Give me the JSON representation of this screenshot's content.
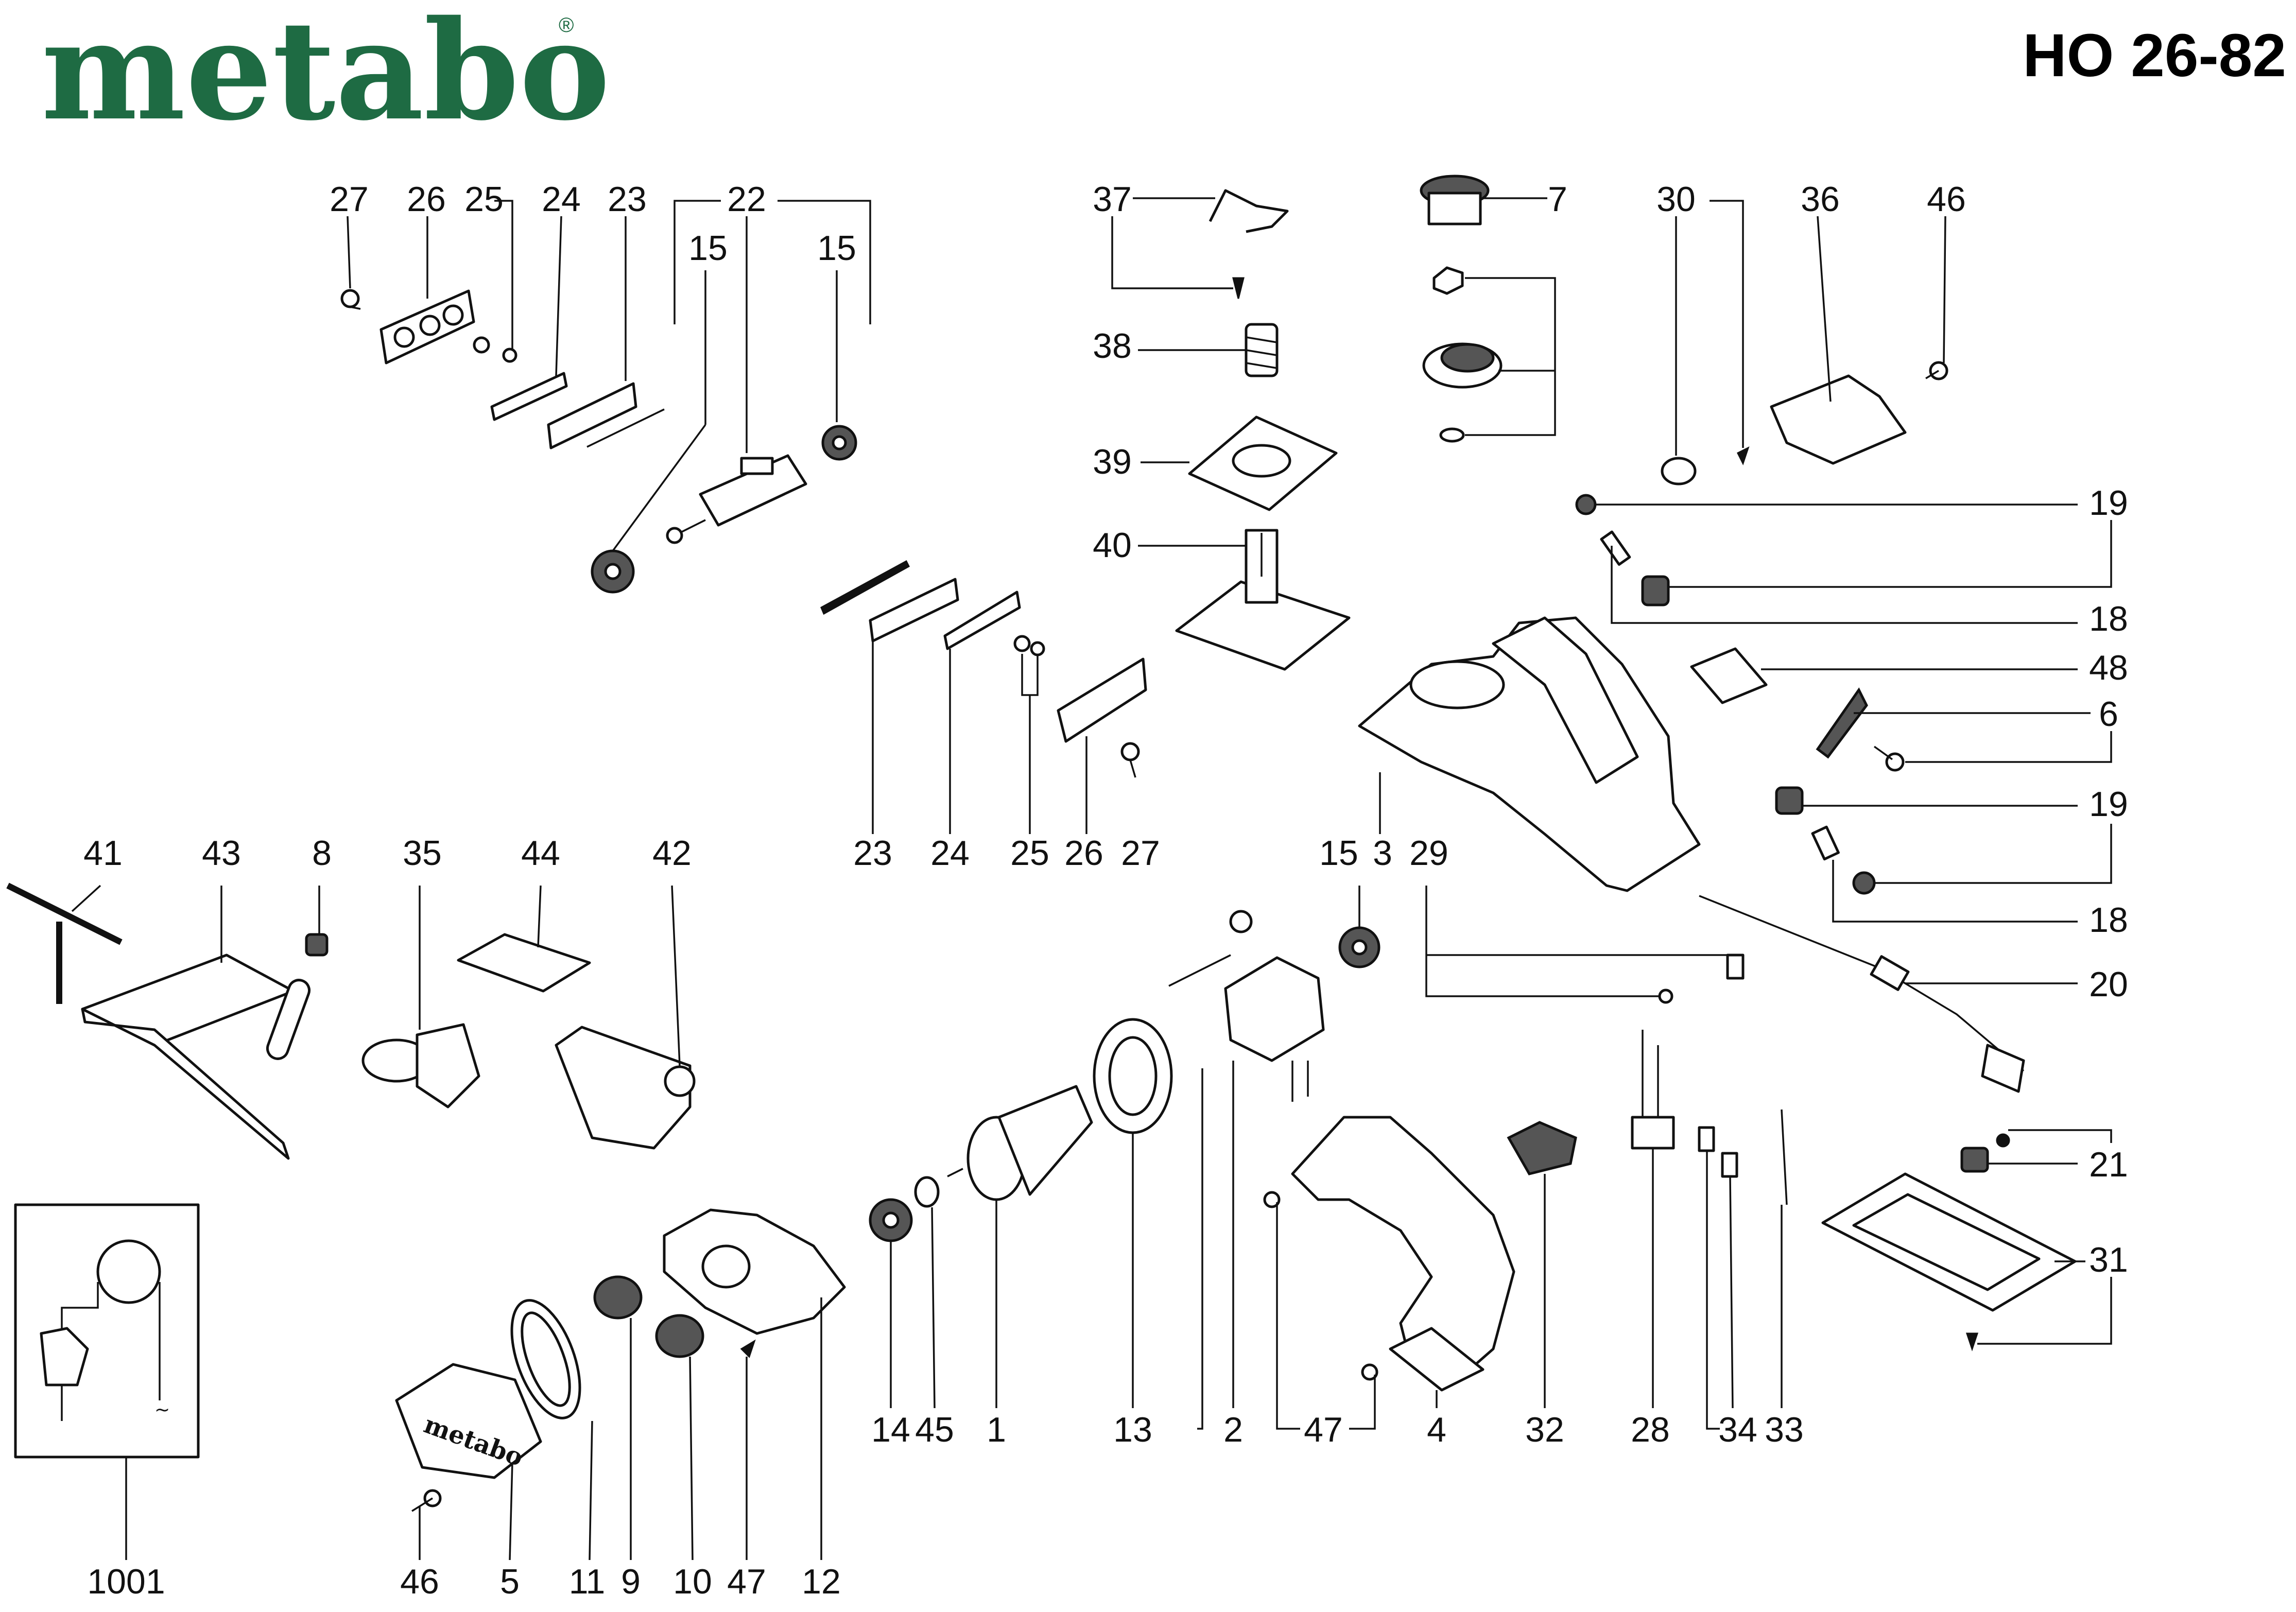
{
  "header": {
    "brand": "metabo",
    "registered_mark": "®",
    "model": "HO 26-82"
  },
  "colors": {
    "brand_green": "#1e6b43",
    "line": "#111111",
    "background": "#ffffff"
  },
  "callouts": [
    {
      "id": "c27a",
      "label": "27"
    },
    {
      "id": "c26a",
      "label": "26"
    },
    {
      "id": "c25a",
      "label": "25"
    },
    {
      "id": "c24a",
      "label": "24"
    },
    {
      "id": "c23a",
      "label": "23"
    },
    {
      "id": "c22",
      "label": "22"
    },
    {
      "id": "c15a",
      "label": "15"
    },
    {
      "id": "c15b",
      "label": "15"
    },
    {
      "id": "c37",
      "label": "37"
    },
    {
      "id": "c38",
      "label": "38"
    },
    {
      "id": "c39",
      "label": "39"
    },
    {
      "id": "c40",
      "label": "40"
    },
    {
      "id": "c7",
      "label": "7"
    },
    {
      "id": "c30",
      "label": "30"
    },
    {
      "id": "c36",
      "label": "36"
    },
    {
      "id": "c46a",
      "label": "46"
    },
    {
      "id": "c19a",
      "label": "19"
    },
    {
      "id": "c18a",
      "label": "18"
    },
    {
      "id": "c48",
      "label": "48"
    },
    {
      "id": "c6",
      "label": "6"
    },
    {
      "id": "c19b",
      "label": "19"
    },
    {
      "id": "c18b",
      "label": "18"
    },
    {
      "id": "c20",
      "label": "20"
    },
    {
      "id": "c21",
      "label": "21"
    },
    {
      "id": "c31",
      "label": "31"
    },
    {
      "id": "c23b",
      "label": "23"
    },
    {
      "id": "c24b",
      "label": "24"
    },
    {
      "id": "c25b",
      "label": "25"
    },
    {
      "id": "c26b",
      "label": "26"
    },
    {
      "id": "c27b",
      "label": "27"
    },
    {
      "id": "c15c",
      "label": "15"
    },
    {
      "id": "c3",
      "label": "3"
    },
    {
      "id": "c29",
      "label": "29"
    },
    {
      "id": "c41",
      "label": "41"
    },
    {
      "id": "c43",
      "label": "43"
    },
    {
      "id": "c8",
      "label": "8"
    },
    {
      "id": "c35",
      "label": "35"
    },
    {
      "id": "c44",
      "label": "44"
    },
    {
      "id": "c42",
      "label": "42"
    },
    {
      "id": "c14",
      "label": "14"
    },
    {
      "id": "c45",
      "label": "45"
    },
    {
      "id": "c1",
      "label": "1"
    },
    {
      "id": "c13",
      "label": "13"
    },
    {
      "id": "c2",
      "label": "2"
    },
    {
      "id": "c47a",
      "label": "47"
    },
    {
      "id": "c4",
      "label": "4"
    },
    {
      "id": "c32",
      "label": "32"
    },
    {
      "id": "c28",
      "label": "28"
    },
    {
      "id": "c34",
      "label": "34"
    },
    {
      "id": "c33",
      "label": "33"
    },
    {
      "id": "c1001",
      "label": "1001"
    },
    {
      "id": "c46b",
      "label": "46"
    },
    {
      "id": "c5",
      "label": "5"
    },
    {
      "id": "c11",
      "label": "11"
    },
    {
      "id": "c9",
      "label": "9"
    },
    {
      "id": "c10",
      "label": "10"
    },
    {
      "id": "c47b",
      "label": "47"
    },
    {
      "id": "c12",
      "label": "12"
    }
  ]
}
